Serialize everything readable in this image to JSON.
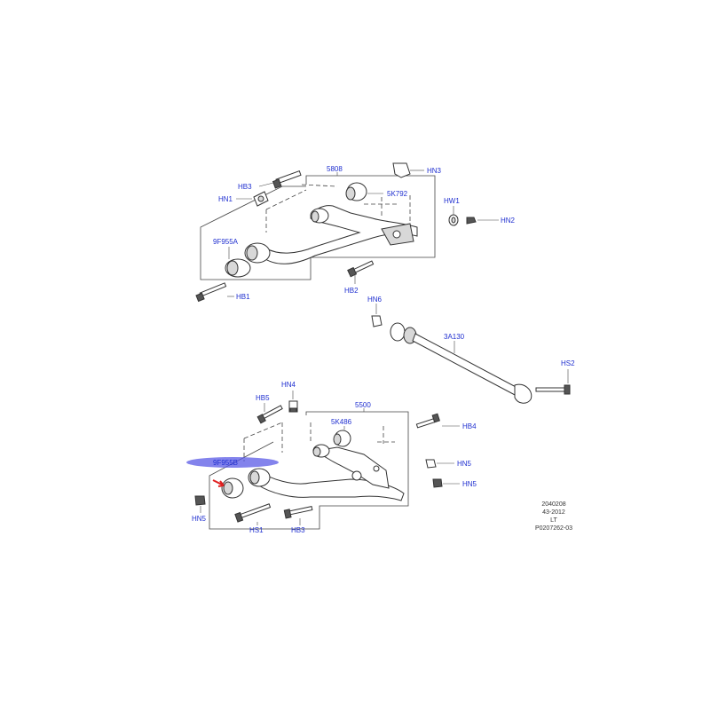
{
  "labels": {
    "hb3_top": "HB3",
    "hn1": "HN1",
    "p5808": "5808",
    "hn3": "HN3",
    "p5k792": "5K792",
    "hw1": "HW1",
    "hn2": "HN2",
    "p9f955a": "9F955A",
    "hb1": "HB1",
    "hb2": "HB2",
    "hn6": "HN6",
    "p3a130": "3A130",
    "hs2": "HS2",
    "hb5": "HB5",
    "hn4": "HN4",
    "p5500": "5500",
    "p5k486": "5K486",
    "hb4": "HB4",
    "p9f955b": "9F955B",
    "hn5_right_upper": "HN5",
    "hn5_right_lower": "HN5",
    "hn5_left": "HN5",
    "hs1": "HS1",
    "hb3_bottom": "HB3"
  },
  "reference": {
    "line1": "2040208",
    "line2": "43-2012",
    "line3": "LT",
    "line4": "P0207262-03"
  },
  "colors": {
    "label": "#1f2fd0",
    "highlight": "#5a5ae6",
    "arrow": "#e02020"
  }
}
